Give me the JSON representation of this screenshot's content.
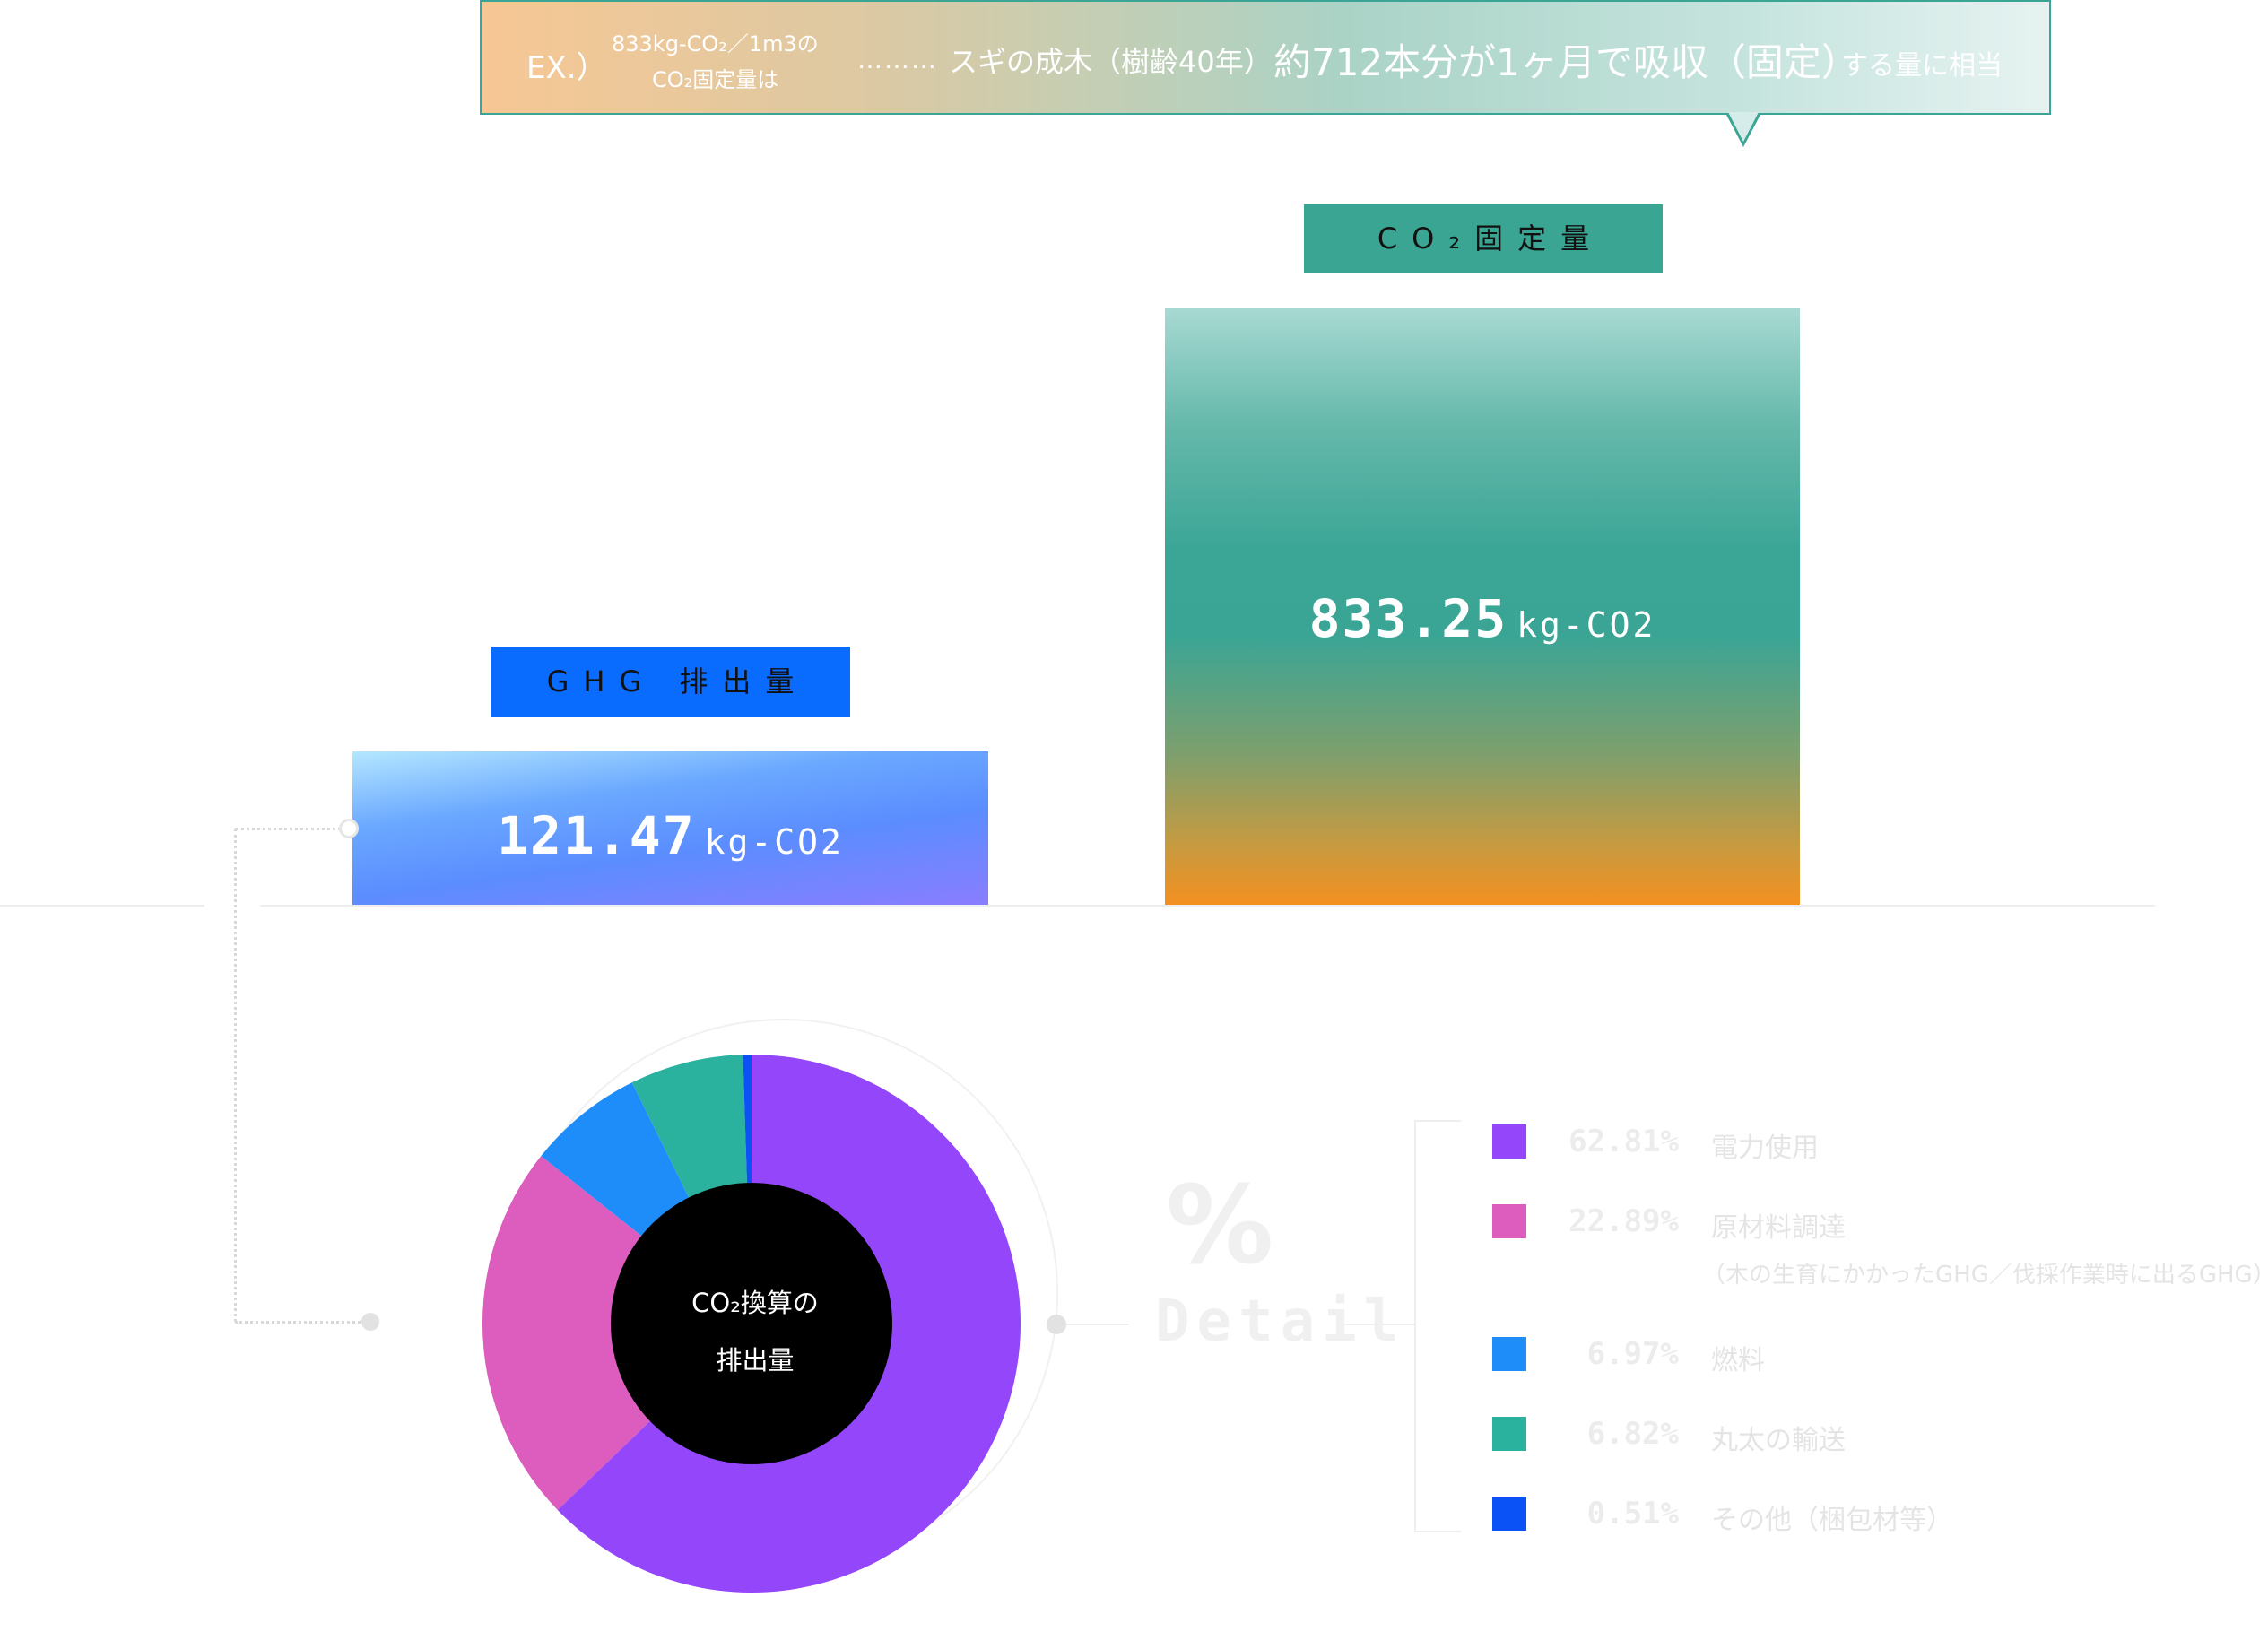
{
  "callout": {
    "ex": "EX.）",
    "line1": "833kg-CO₂／1m3の",
    "line2": "CO₂固定量は",
    "dots": "………",
    "text": "スギの成木（樹齢40年）",
    "big": "約712本分が1ヶ月で吸収（固定）",
    "tail": "する量に相当"
  },
  "chart_data": [
    {
      "type": "bar",
      "categories": [
        "GHG 排出量",
        "CO₂固定量"
      ],
      "values": [
        121.47,
        833.25
      ],
      "value_labels": [
        "121.47",
        "833.25"
      ],
      "unit": "kg-CO2",
      "title": "",
      "xlabel": "",
      "ylabel": ""
    },
    {
      "type": "pie",
      "title": "",
      "center_label": [
        "CO₂換算の",
        "排出量"
      ],
      "slices": [
        {
          "label": "電力使用",
          "value": 62.81,
          "display": "62.81%",
          "color": "#9446fb"
        },
        {
          "label": "原材料調達",
          "sublabel": "（木の生育にかかったGHG／伐採作業時に出るGHG）",
          "value": 22.89,
          "display": "22.89%",
          "color": "#dc5dbe"
        },
        {
          "label": "燃料",
          "value": 6.97,
          "display": "6.97%",
          "color": "#1f8df9"
        },
        {
          "label": "丸太の輸送",
          "value": 6.82,
          "display": "6.82%",
          "color": "#2bb29f"
        },
        {
          "label": "その他（梱包材等）",
          "value": 0.51,
          "display": "0.51%",
          "color": "#0a52f5"
        }
      ]
    }
  ],
  "detail": {
    "symbol": "%",
    "word": "Detail"
  }
}
